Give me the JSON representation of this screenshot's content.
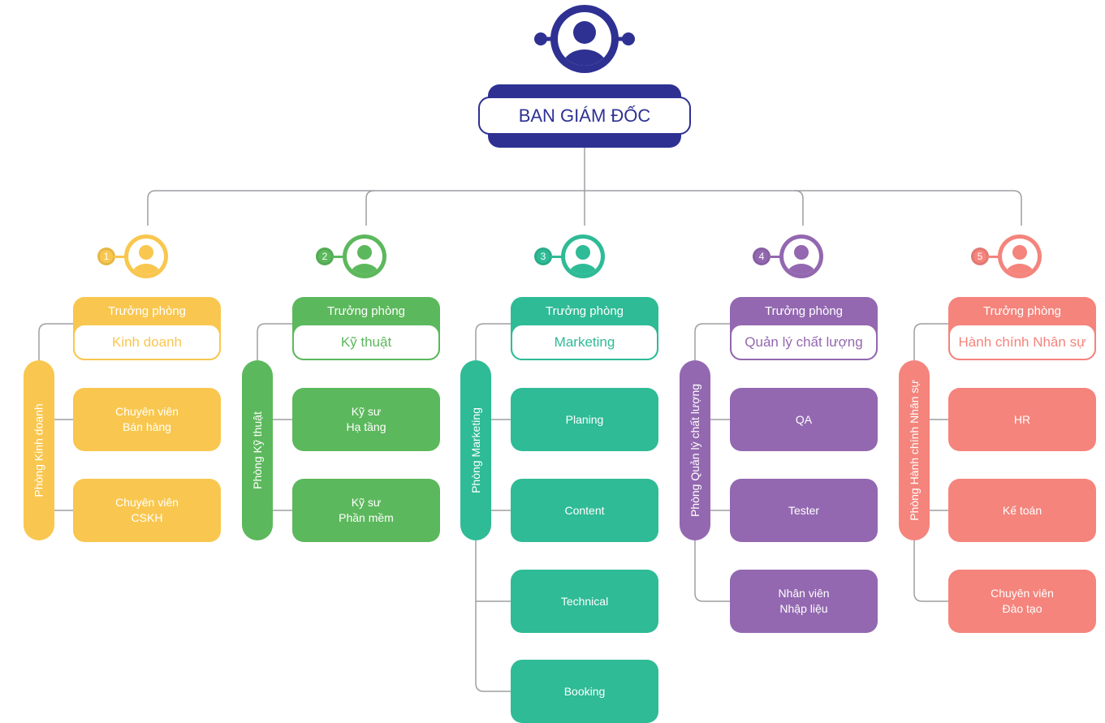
{
  "director": {
    "title": "BAN GIÁM ĐỐC",
    "color": "#2e3192",
    "icon": "person-icon"
  },
  "line_color": "#9d9fa2",
  "departments": [
    {
      "number": "1",
      "head_label": "Trưởng phòng",
      "head_name": "Kinh doanh",
      "side_label": "Phòng Kinh doanh",
      "color": "#f9c74f",
      "icon": "person-icon",
      "members": [
        "Chuyên viên\nBán hàng",
        "Chuyên viên\nCSKH"
      ]
    },
    {
      "number": "2",
      "head_label": "Trưởng phòng",
      "head_name": "Kỹ thuật",
      "side_label": "Phòng Kỹ thuật",
      "color": "#5cb85c",
      "icon": "person-icon",
      "members": [
        "Kỹ sư\nHạ tầng",
        "Kỹ sư\nPhần mềm"
      ]
    },
    {
      "number": "3",
      "head_label": "Trưởng phòng",
      "head_name": "Marketing",
      "side_label": "Phòng Marketing",
      "color": "#2ebb96",
      "icon": "person-icon",
      "members": [
        "Planing",
        "Content",
        "Technical",
        "Booking"
      ]
    },
    {
      "number": "4",
      "head_label": "Trưởng phòng",
      "head_name": "Quản lý chất lượng",
      "side_label": "Phòng Quản lý chất lượng",
      "color": "#9368b0",
      "icon": "person-icon",
      "members": [
        "QA",
        "Tester",
        "Nhân viên\nNhập liệu"
      ]
    },
    {
      "number": "5",
      "head_label": "Trưởng phòng",
      "head_name": "Hành chính Nhân sự",
      "side_label": "Phòng Hành chính Nhân sự",
      "color": "#f4847c",
      "icon": "person-icon",
      "members": [
        "HR",
        "Kế toán",
        "Chuyên viên\nĐào tạo"
      ]
    }
  ]
}
